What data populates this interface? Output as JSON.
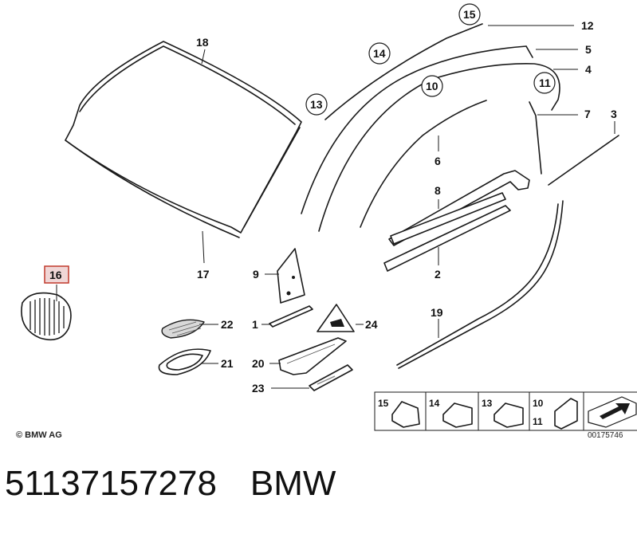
{
  "diagram": {
    "callouts": {
      "p1": "1",
      "p2": "2",
      "p3": "3",
      "p4": "4",
      "p5": "5",
      "p6": "6",
      "p7": "7",
      "p8": "8",
      "p9": "9",
      "p10": "10",
      "p11": "11",
      "p12": "12",
      "p13": "13",
      "p14": "14",
      "p15": "15",
      "p16": "16",
      "p17": "17",
      "p18": "18",
      "p19": "19",
      "p20": "20",
      "p21": "21",
      "p22": "22",
      "p23": "23",
      "p24": "24"
    },
    "legend": {
      "c15": "15",
      "c14": "14",
      "c13": "13",
      "c10": "10",
      "c11": "11"
    },
    "highlight_color": "#c0392b"
  },
  "copyright": "© BMW AG",
  "ref_code": "00175746",
  "footer": {
    "part_number": "51137157278",
    "brand": "BMW"
  }
}
